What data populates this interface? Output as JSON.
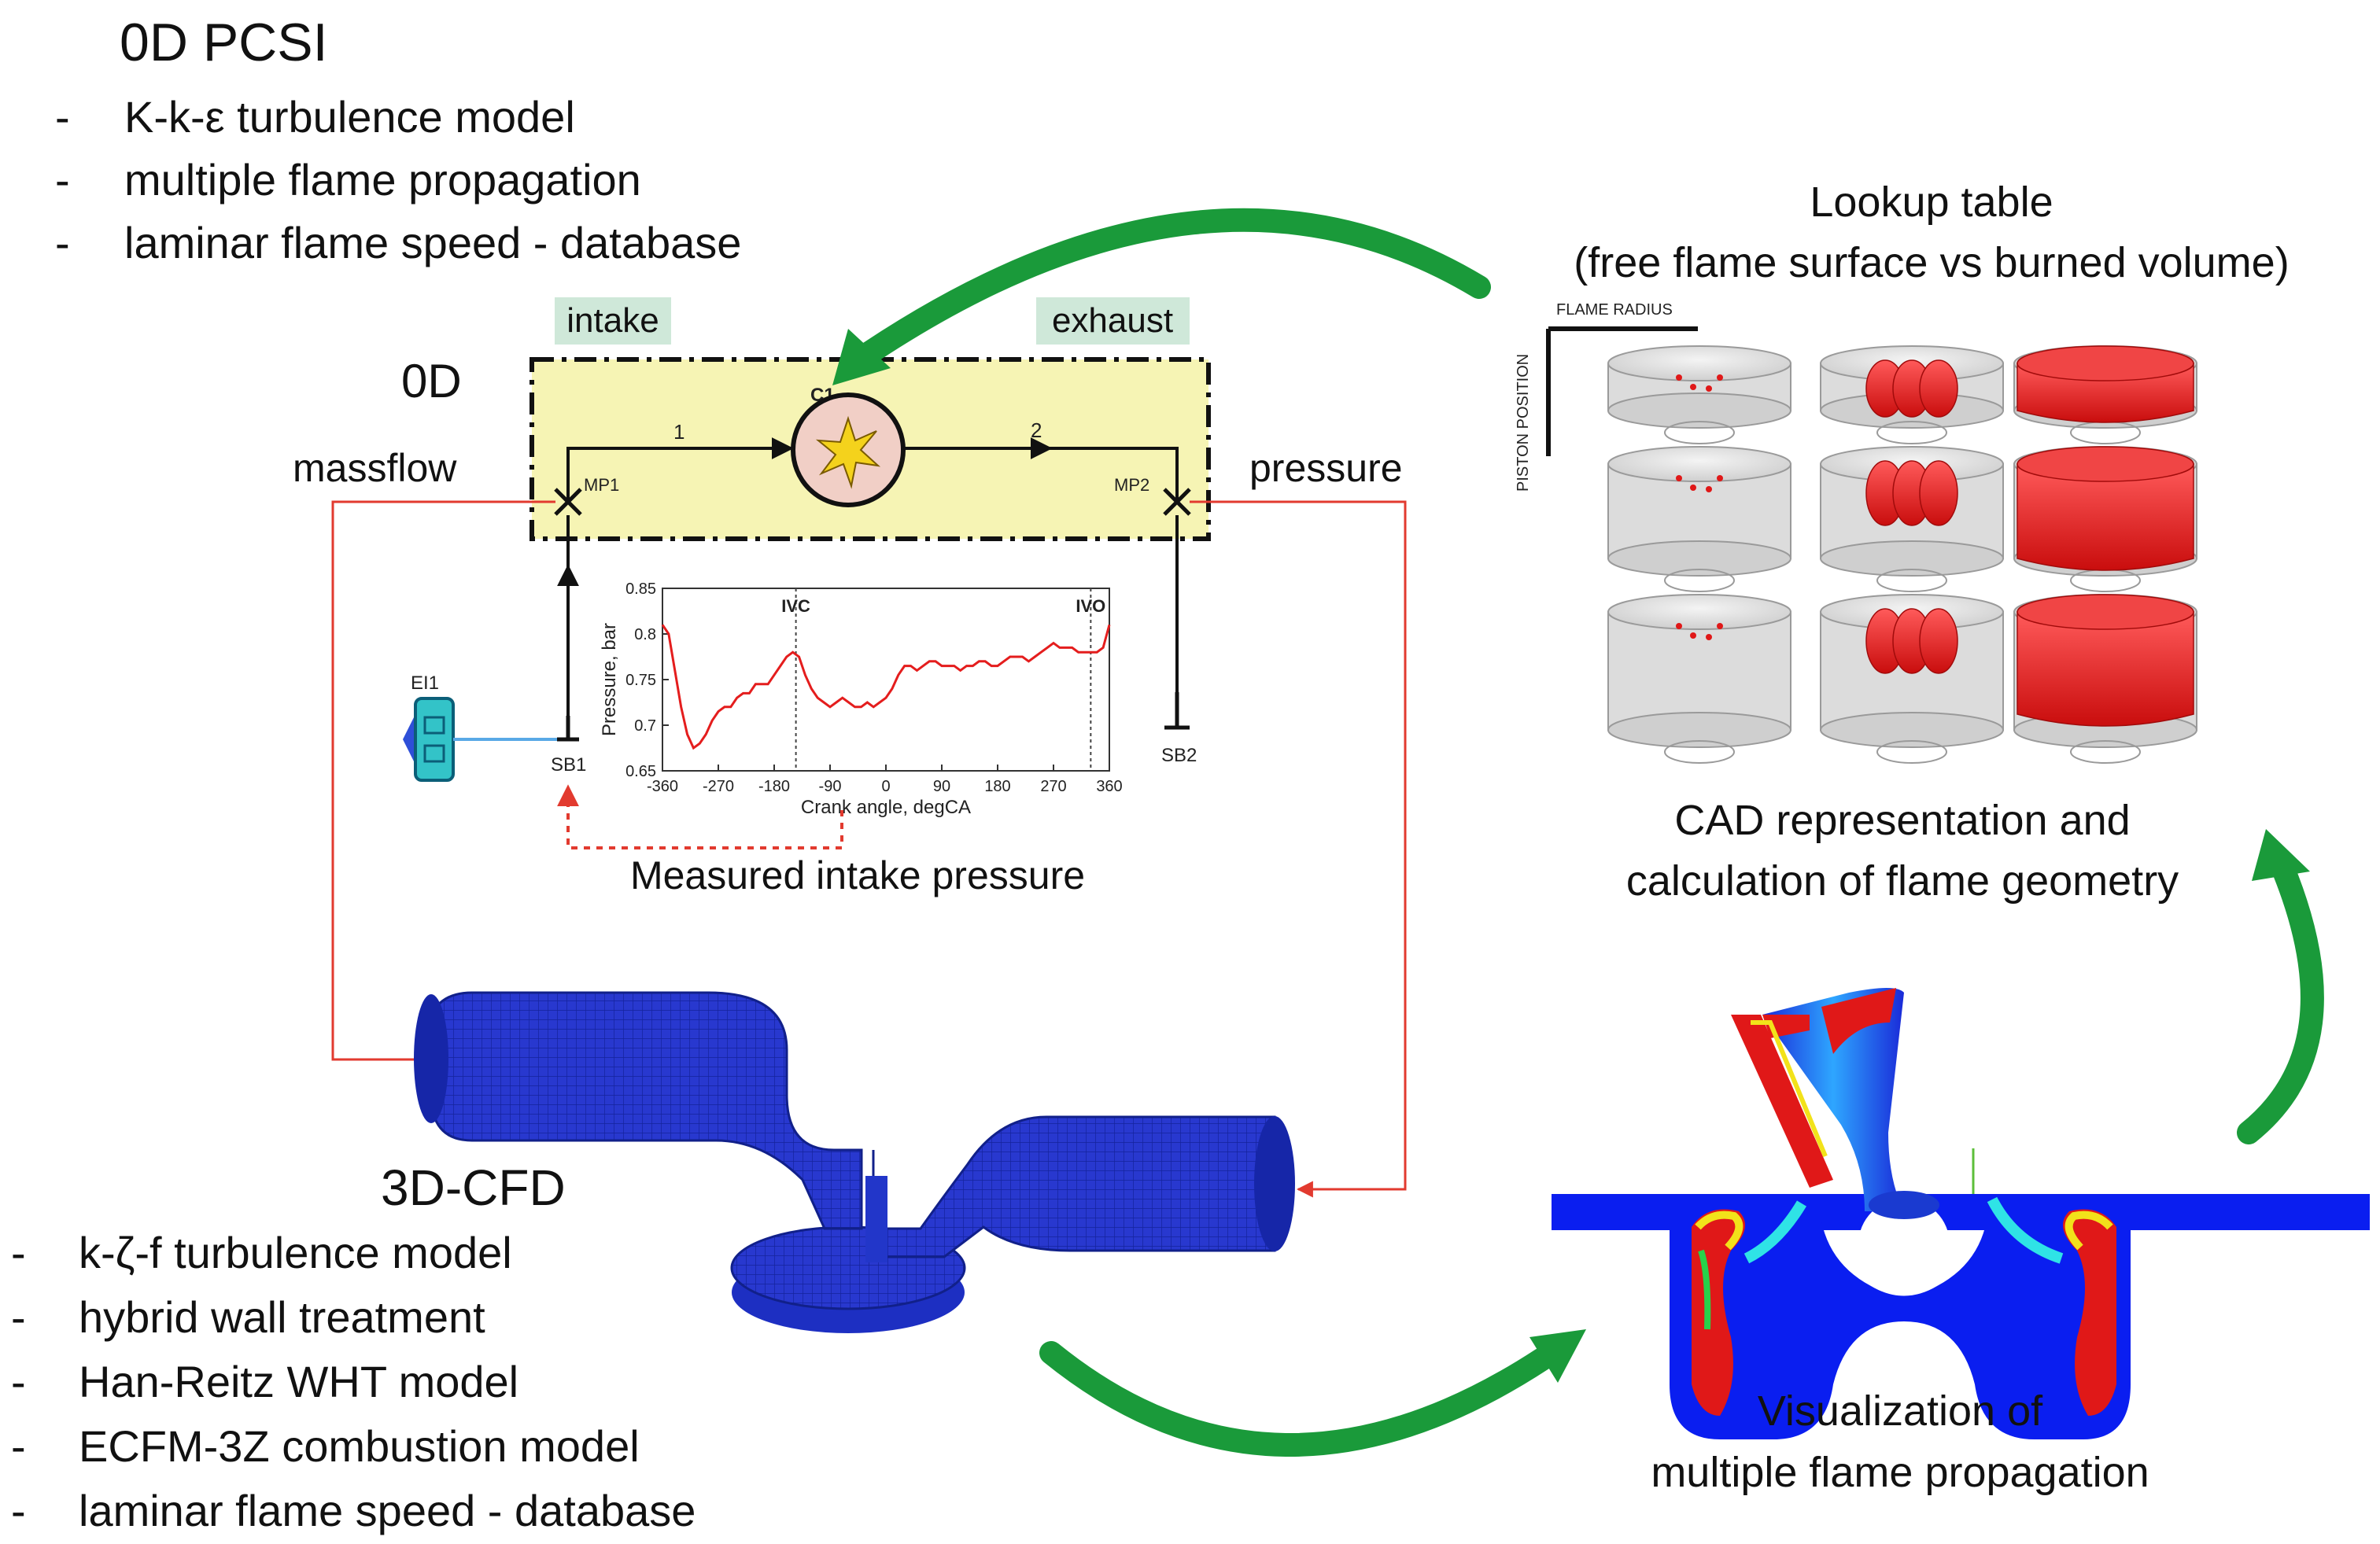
{
  "heading_0d": "0D PCSI",
  "bullets_0d": [
    "K-k-ε turbulence model",
    "multiple flame propagation",
    "laminar flame speed - database"
  ],
  "bullet_marker": "-",
  "zone_label": "0D",
  "tag_intake": "intake",
  "tag_exhaust": "exhaust",
  "massflow_label": "massflow",
  "pressure_label": "pressure",
  "node_c1": "C1",
  "node_mp1": "MP1",
  "node_mp2": "MP2",
  "pipe_1": "1",
  "pipe_2": "2",
  "node_sb1": "SB1",
  "node_sb2": "SB2",
  "node_ei1": "EI1",
  "measured_caption": "Measured intake pressure",
  "lookup_title_line1": "Lookup table",
  "lookup_title_line2": "(free flame surface vs burned volume)",
  "axis_flame_radius": "FLAME RADIUS",
  "axis_piston_position": "PISTON POSITION",
  "cad_caption_line1": "CAD representation and",
  "cad_caption_line2": "calculation of flame geometry",
  "heading_3d": "3D-CFD",
  "bullets_3d": [
    "k-ζ-f turbulence model",
    "hybrid wall treatment",
    "Han-Reitz WHT model",
    "ECFM-3Z combustion model",
    "laminar flame speed - database"
  ],
  "vis_caption_line1": "Visualization of",
  "vis_caption_line2": "multiple flame propagation",
  "colors": {
    "arrow_green": "#1a9a3a",
    "signal_red": "#e23a2f",
    "zone_fill": "#f6f4b4",
    "tag_fill": "#cfe8d9",
    "mesh_blue": "#2236c9",
    "flame_red": "#e01818"
  },
  "chart_data": {
    "type": "line",
    "ylabel": "Pressure, bar",
    "xlabel": "Crank angle, degCA",
    "xlim": [
      -360,
      360
    ],
    "ylim": [
      0.65,
      0.85
    ],
    "xticks": [
      -360,
      -270,
      -180,
      -90,
      0,
      90,
      180,
      270,
      360
    ],
    "xtick_labels": [
      "-360",
      "-270",
      "-180",
      "-90",
      "0",
      "90",
      "180",
      "270",
      "360"
    ],
    "yticks": [
      0.65,
      0.7,
      0.75,
      0.8,
      0.85
    ],
    "ytick_labels": [
      "0.65",
      "0.7",
      "0.75",
      "0.8",
      "0.85"
    ],
    "markers": [
      {
        "x": -145,
        "label": "IVC"
      },
      {
        "x": 330,
        "label": "IVO"
      }
    ],
    "series": [
      {
        "x": [
          -360,
          -350,
          -340,
          -330,
          -320,
          -310,
          -300,
          -290,
          -280,
          -270,
          -260,
          -250,
          -240,
          -230,
          -220,
          -210,
          -200,
          -190,
          -180,
          -170,
          -160,
          -150,
          -140,
          -130,
          -120,
          -110,
          -100,
          -90,
          -80,
          -70,
          -60,
          -50,
          -40,
          -30,
          -20,
          -10,
          0,
          10,
          20,
          30,
          40,
          50,
          60,
          70,
          80,
          90,
          100,
          110,
          120,
          130,
          140,
          150,
          160,
          170,
          180,
          190,
          200,
          210,
          220,
          230,
          240,
          250,
          260,
          270,
          280,
          290,
          300,
          310,
          320,
          330,
          340,
          350,
          360
        ],
        "y": [
          0.81,
          0.8,
          0.76,
          0.72,
          0.69,
          0.675,
          0.68,
          0.69,
          0.705,
          0.715,
          0.72,
          0.72,
          0.73,
          0.735,
          0.735,
          0.745,
          0.745,
          0.745,
          0.755,
          0.765,
          0.775,
          0.78,
          0.775,
          0.755,
          0.74,
          0.73,
          0.725,
          0.72,
          0.725,
          0.73,
          0.725,
          0.72,
          0.72,
          0.725,
          0.72,
          0.725,
          0.73,
          0.74,
          0.755,
          0.765,
          0.765,
          0.76,
          0.765,
          0.77,
          0.77,
          0.765,
          0.765,
          0.765,
          0.76,
          0.765,
          0.765,
          0.77,
          0.77,
          0.765,
          0.765,
          0.77,
          0.775,
          0.775,
          0.775,
          0.77,
          0.775,
          0.78,
          0.785,
          0.79,
          0.785,
          0.785,
          0.785,
          0.78,
          0.78,
          0.78,
          0.78,
          0.785,
          0.81
        ]
      }
    ]
  }
}
